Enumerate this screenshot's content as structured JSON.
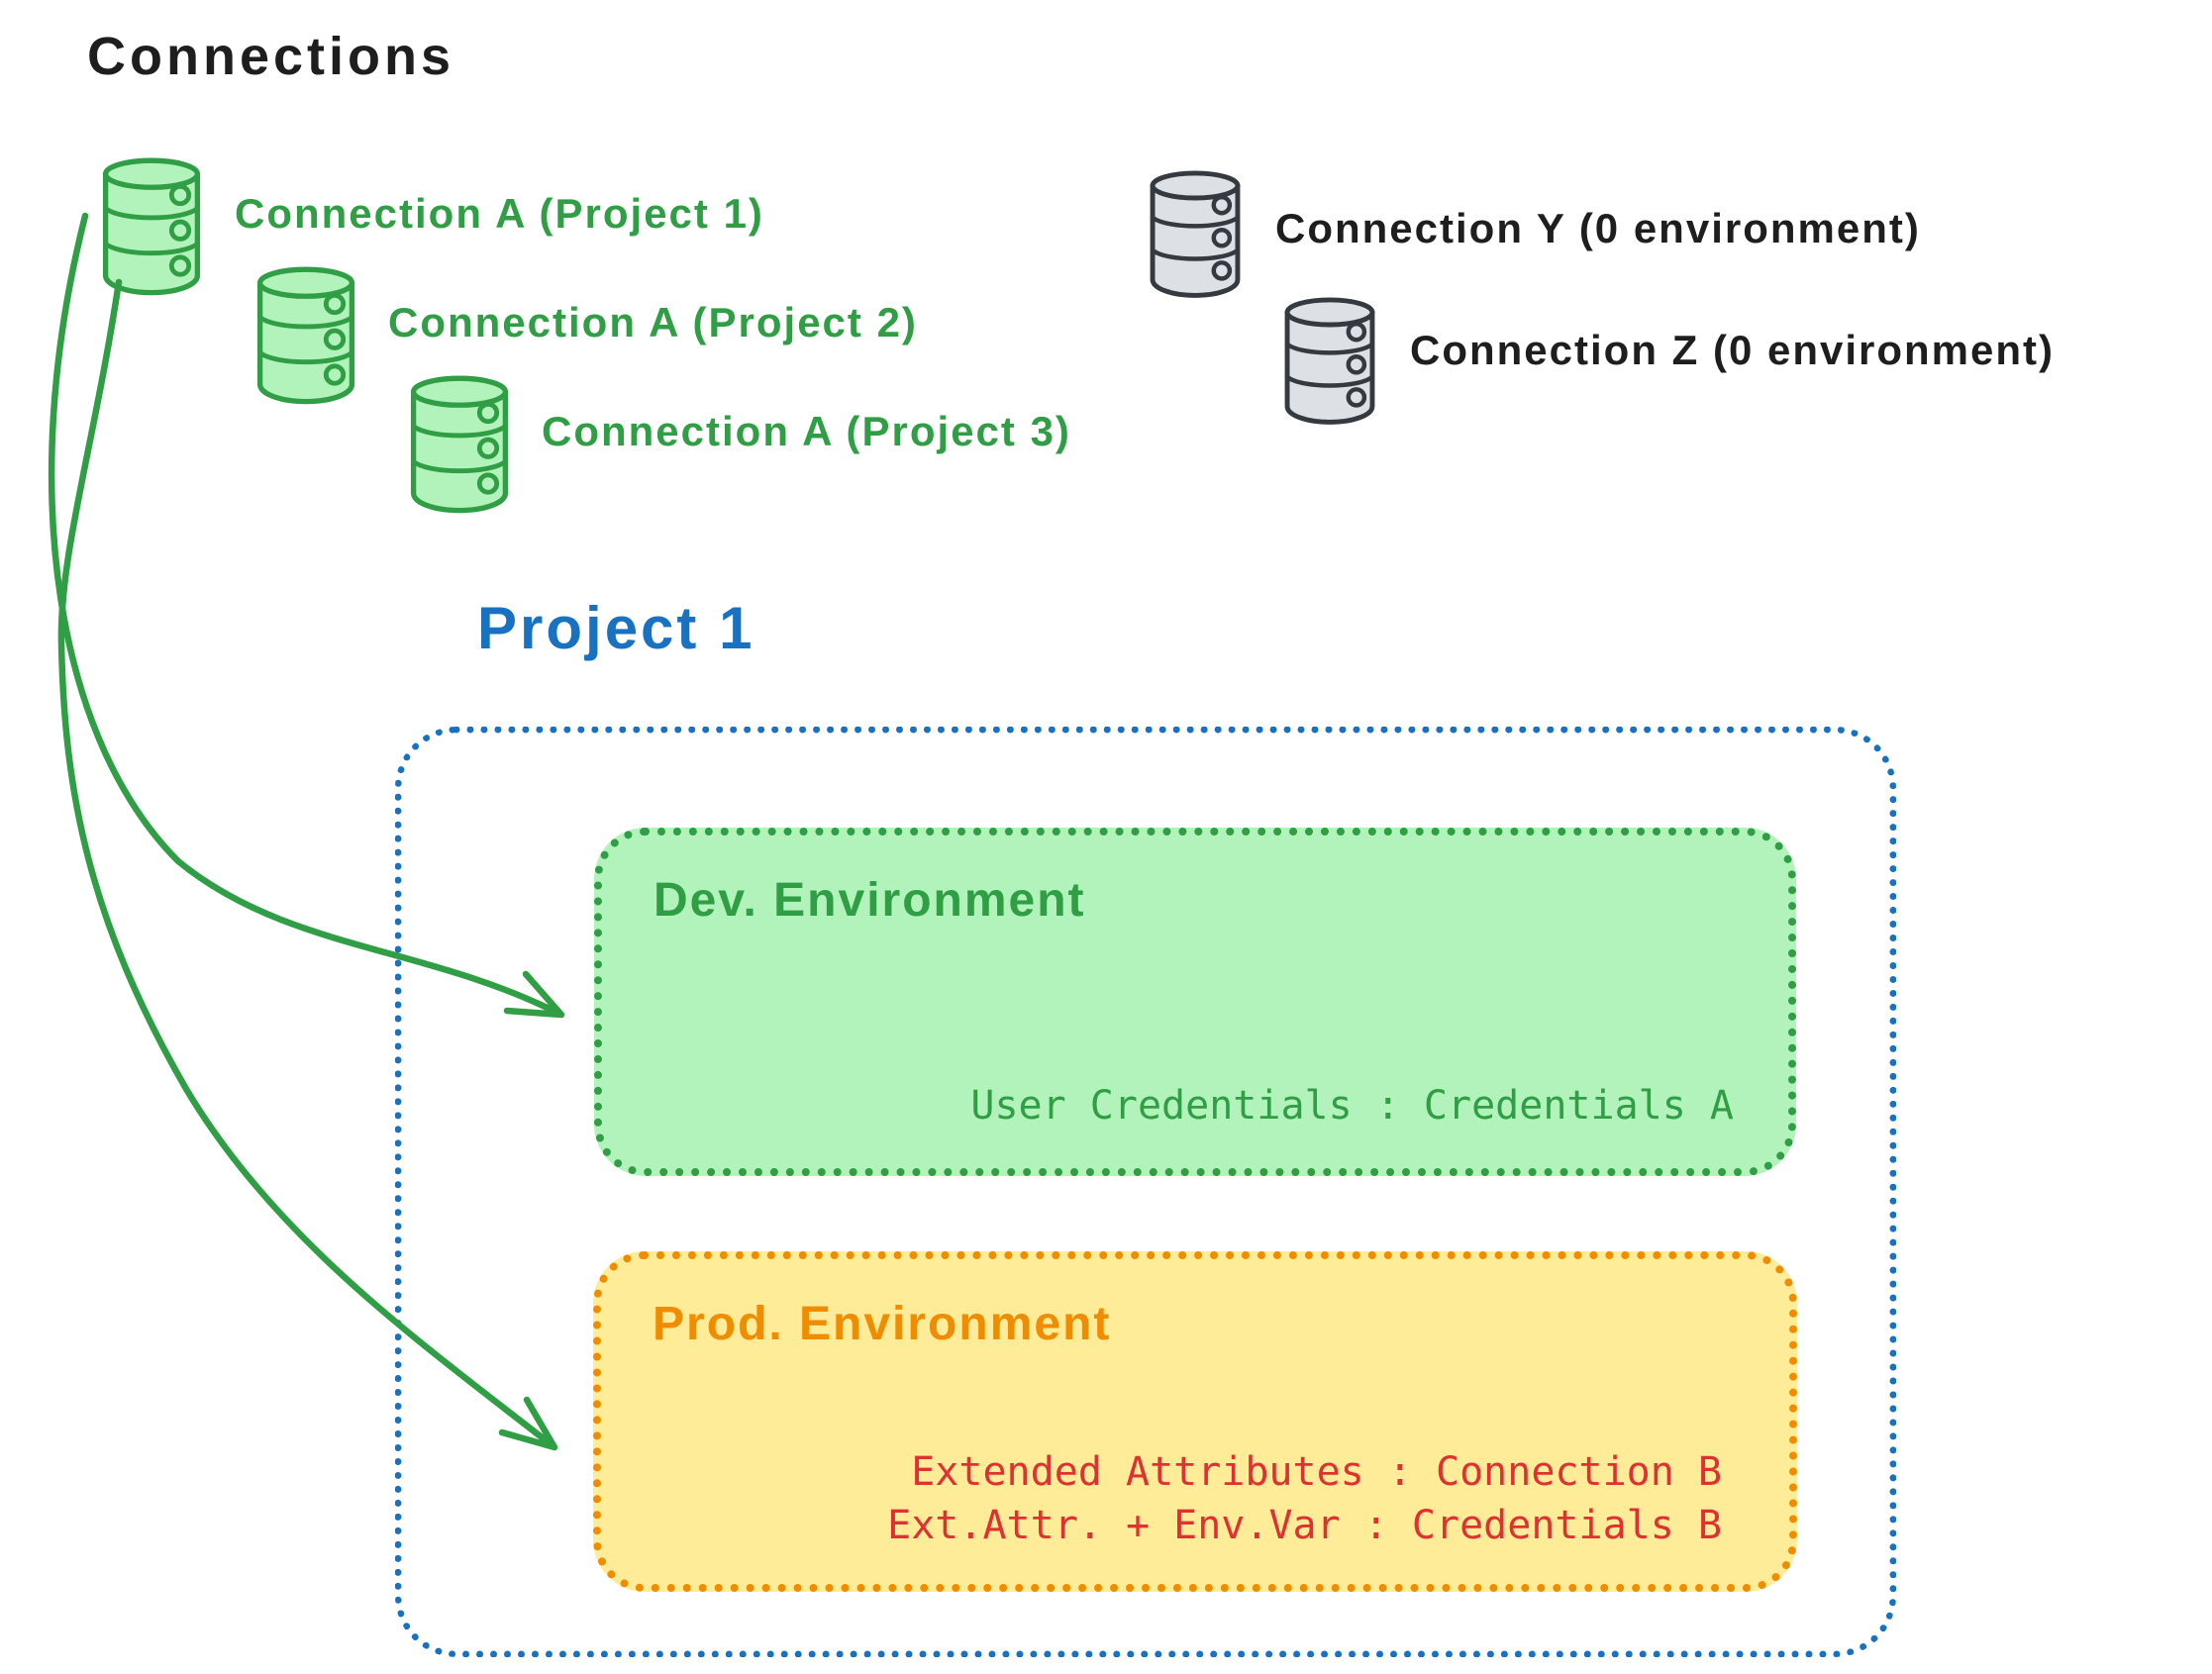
{
  "title": "Connections",
  "green_connections": [
    {
      "label": "Connection A (Project 1)"
    },
    {
      "label": "Connection A (Project 2)"
    },
    {
      "label": "Connection A (Project 3)"
    }
  ],
  "gray_connections": [
    {
      "label": "Connection Y (0 environment)"
    },
    {
      "label": "Connection Z (0 environment)"
    }
  ],
  "project": {
    "title": "Project 1",
    "dev_environment": {
      "title": "Dev. Environment",
      "mapping": "User Credentials : Credentials A"
    },
    "prod_environment": {
      "title": "Prod. Environment",
      "mapping_line1": "Extended Attributes : Connection B",
      "mapping_line2": "Ext.Attr. + Env.Var : Credentials B"
    }
  },
  "colors": {
    "green_stroke": "#2f9e44",
    "green_fill": "#b2f2bb",
    "blue": "#1971c2",
    "orange_stroke": "#f08c00",
    "yellow_fill": "#ffec99",
    "red_text": "#e03131",
    "gray_fill": "#dde1e6",
    "dark_stroke": "#343a40",
    "black_text": "#1e1e1e"
  }
}
